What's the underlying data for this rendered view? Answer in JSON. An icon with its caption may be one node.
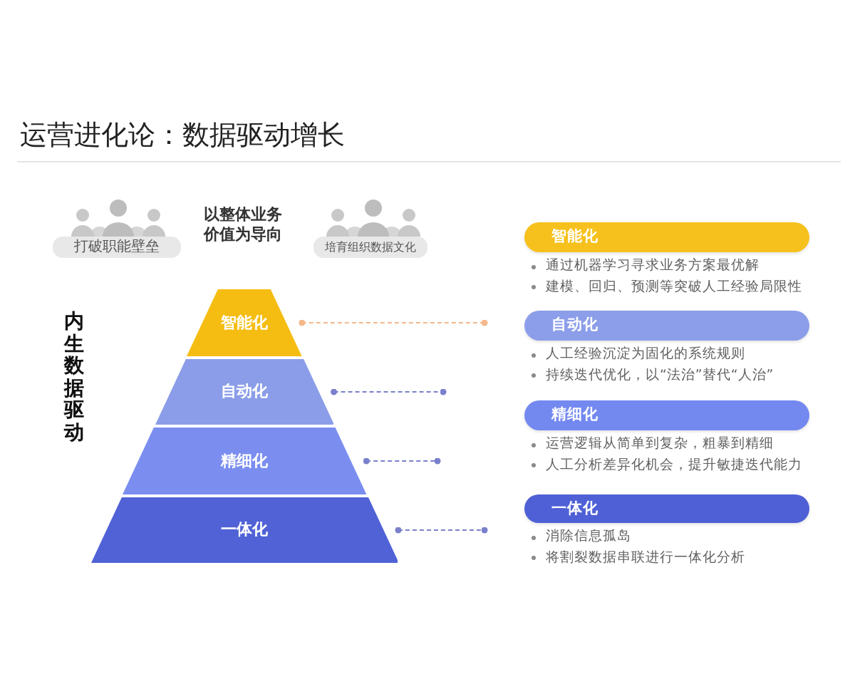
{
  "diagram": {
    "title": "运营进化论：数据驱动增长",
    "nodes": [
      {
        "text": [
          "打破职能壁垒"
        ]
      },
      {
        "text": [
          "培育组织数据文化"
        ]
      },
      {
        "text": [
          "智能化"
        ]
      },
      {
        "text": [
          "自动化"
        ]
      },
      {
        "text": [
          "精细化"
        ]
      },
      {
        "text": [
          "一体化"
        ]
      },
      {
        "text": [
          "智能化"
        ],
        "beside": [
          "通过机器学习寻求业务方案最优解",
          "建模、回归、预测等突破人工经验局限性"
        ]
      },
      {
        "text": [
          "自动化"
        ],
        "beside": [
          "人工经验沉淀为固化的系统规则",
          "持续迭代优化，以“法治”替代“人治”"
        ]
      },
      {
        "text": [
          "精细化"
        ],
        "beside": [
          "运营逻辑从简单到复杂，粗暴到精细",
          "人工分析差异化机会，提升敏捷迭代能力"
        ]
      },
      {
        "text": [
          "一体化"
        ],
        "beside": [
          "消除信息孤岛",
          "将割裂数据串联进行一体化分析"
        ]
      }
    ],
    "edges": [
      {
        "from": 2,
        "to": null,
        "arrow": "other",
        "style": "dashed",
        "color": "#f3b98d"
      },
      {
        "from": 3,
        "to": null,
        "arrow": "other",
        "style": "dashed"
      },
      {
        "from": 4,
        "to": null,
        "arrow": "other",
        "style": "dashed"
      },
      {
        "from": 5,
        "to": null,
        "arrow": "other",
        "style": "dashed"
      }
    ],
    "labels": [
      "以整体业务价值为导向",
      "内生数据驱动"
    ]
  }
}
